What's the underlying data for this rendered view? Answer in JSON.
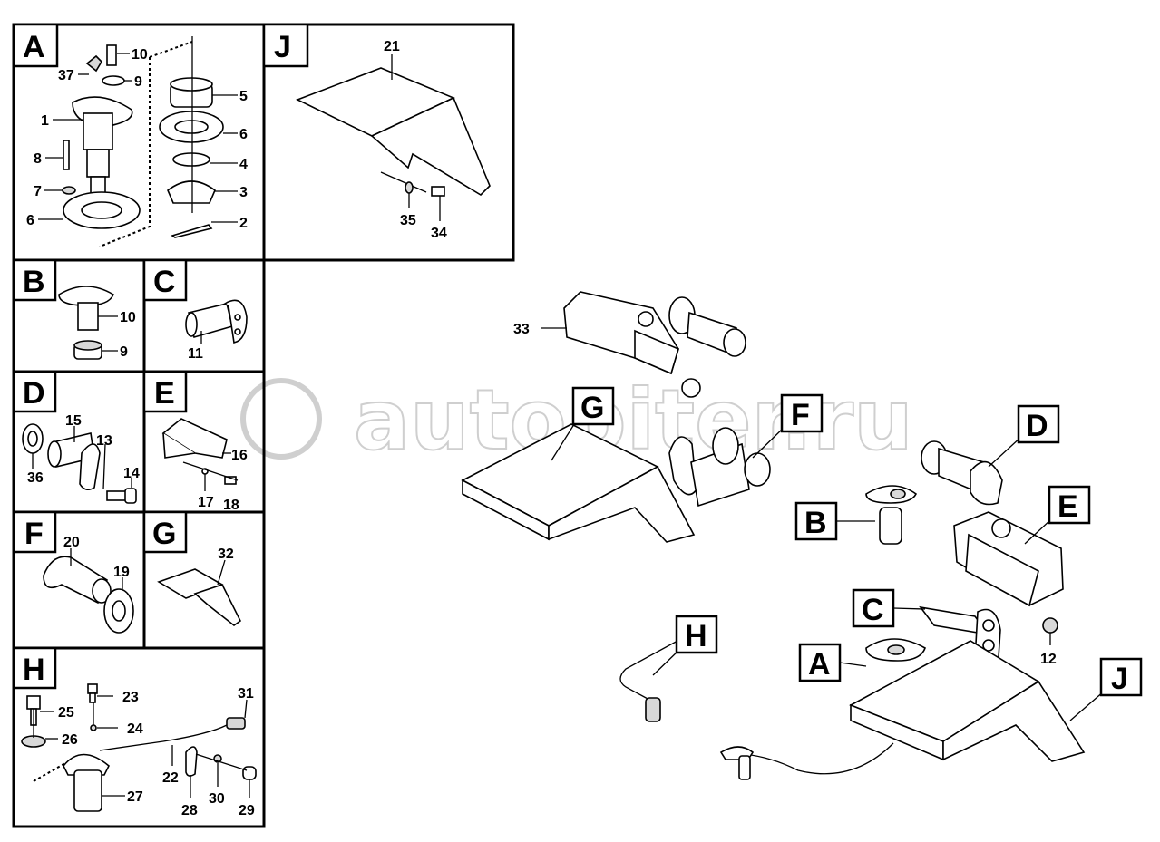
{
  "watermark": "autopiter.ru",
  "panels": {
    "A": {
      "letter": "A",
      "parts": [
        "10",
        "37",
        "9",
        "5",
        "1",
        "6",
        "8",
        "4",
        "7",
        "3",
        "6",
        "2"
      ]
    },
    "J": {
      "letter": "J",
      "parts": [
        "21",
        "35",
        "34"
      ]
    },
    "B": {
      "letter": "B",
      "parts": [
        "10",
        "9"
      ]
    },
    "C": {
      "letter": "C",
      "parts": [
        "11"
      ]
    },
    "D": {
      "letter": "D",
      "parts": [
        "15",
        "13",
        "36",
        "14"
      ]
    },
    "E": {
      "letter": "E",
      "parts": [
        "16",
        "17",
        "18"
      ]
    },
    "F": {
      "letter": "F",
      "parts": [
        "20",
        "19"
      ]
    },
    "G": {
      "letter": "G",
      "parts": [
        "32"
      ]
    },
    "H": {
      "letter": "H",
      "parts": [
        "23",
        "31",
        "25",
        "24",
        "26",
        "22",
        "27",
        "28",
        "30",
        "29"
      ]
    }
  },
  "overview": {
    "callouts": [
      "G",
      "F",
      "D",
      "B",
      "E",
      "C",
      "A",
      "H",
      "J"
    ],
    "parts": [
      "33",
      "12"
    ]
  }
}
